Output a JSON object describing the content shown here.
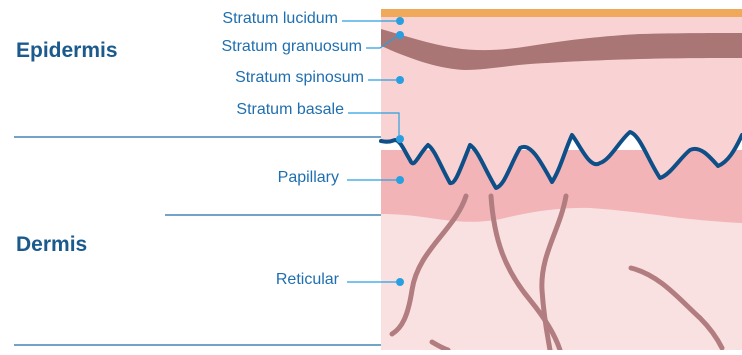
{
  "sections": {
    "epidermis": "Epidermis",
    "dermis": "Dermis"
  },
  "layers": {
    "lucidum": "Stratum lucidum",
    "granulosum": "Stratum granuosum",
    "spinosum": "Stratum spinosum",
    "basale": "Stratum basale",
    "papillary": "Papillary",
    "reticular": "Reticular"
  },
  "colors": {
    "title": "#1b5a8c",
    "label": "#1f6fb0",
    "leader": "#2a9fe0",
    "divider": "#1d6ea8",
    "corneum": "#f0a95a",
    "epidermis_bg": "#f9d3d3",
    "granulosum": "#a97575",
    "basale_line": "#0e4f87",
    "papillary_bg": "#f3b4b8",
    "reticular_bg": "#fae1e1",
    "fibers": "#b27d80"
  }
}
